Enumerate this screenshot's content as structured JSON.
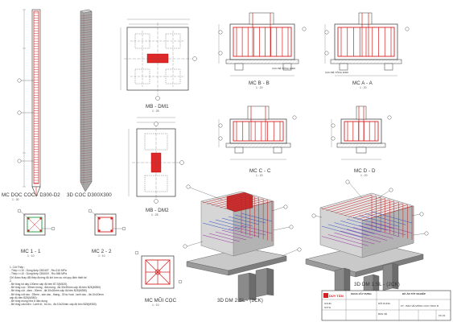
{
  "titles": {
    "pile": "MC DOC COC - D300-D2",
    "pile_scale": "1 : 30",
    "pile3d": "3D COC D300X300",
    "mb_dm1": "MB - DM1",
    "mb_dm1_scale": "1 : 25",
    "mc_bb": "MC B - B",
    "mc_bb_scale": "1 : 20",
    "mc_aa": "MC A - A",
    "mc_aa_scale": "1 : 20",
    "mc_cc": "MC C - C",
    "mc_cc_scale": "1 : 20",
    "mc_dd": "MC D - D",
    "mc_dd_scale": "1 : 20",
    "mb_dm2": "MB - DM2",
    "mb_dm2_scale": "1 : 25",
    "mc11": "MC 1 - 1",
    "mc11_scale": "1 : 10",
    "mc22": "MC 2 - 2",
    "mc22_scale": "1 : 10",
    "mc_mui": "MC MŨI CỌC",
    "mc_mui_scale": "1 : 10",
    "dm2_3d": "3D DM 2 SL - (1CK)",
    "dm1_3d": "3D DM 1 SL - (2CK)"
  },
  "labels": {
    "coc_be_tong": "CỌC BÊ TÔNG D300",
    "coc_be_tong2": "CỌC BÊ TÔNG D300"
  },
  "notes": {
    "heading": "1. Cốt Thép :",
    "lines": [
      "- Thép  <=10 : Dùng thép CB240T , Rs=210 MPa",
      "- Thép  >=10 : Dùng thép CB400V , Rs=365 MPa",
      "Chỉ được thay đổi thép đường độ khi hơn so với quy định thiết kế",
      "2.",
      "- Bê tông lót dày 100mm cấp độ bền B7.5(M100)",
      "- Bê tông cọc : 35mm móng , đài móng , đà 30x30mm cấp độ bền B25(M350)",
      "- Bê tông cột , dầm - 30mm , đà 30x20mm cấp độ bền B25(M350)",
      "- Bê tông cốt cầu : 25mm , sàn cầu , thang , 30 tự hoại , lanh cầu - đà 10x20mm",
      "  cấp độ bền B25(M350)",
      "- Bê tông móng nhà ở dân dụng",
      "- Bê tông cấu kiện : Lanh tô , bồ trụ , đà 10x20mm cấp độ bền B25(M350)"
    ]
  },
  "title_block": {
    "company": "DUY TÂN",
    "faculty": "KHOA XÂY DỰNG",
    "project": "ĐỒ ÁN TỐT NGHIỆP",
    "rows": [
      "GVHD",
      "SVTH",
      "NỘI DUNG",
      "BẢN VẼ"
    ],
    "drawing": "KT - BẢN VẼ MÓNG CỌC TRỤC B",
    "sheet_no": "KC-01"
  },
  "colors": {
    "rebar": "#d42020",
    "concrete": "#b9b9b9",
    "line": "#333333",
    "callout": "#222222"
  }
}
